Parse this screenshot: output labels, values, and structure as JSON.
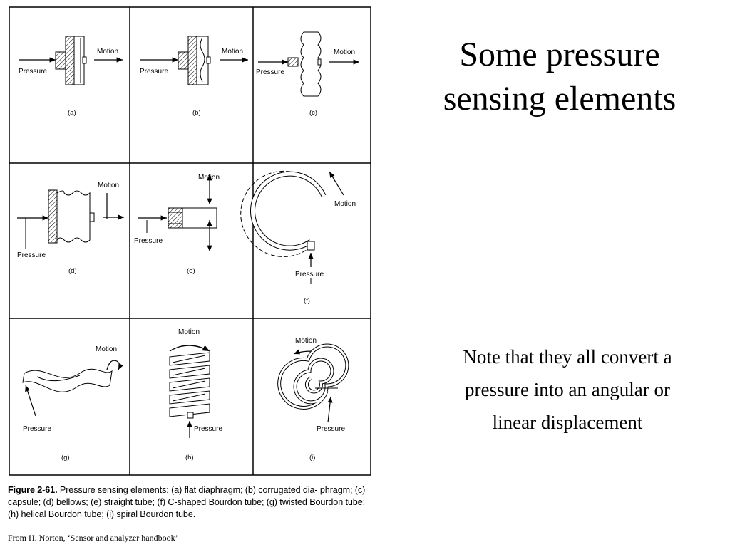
{
  "slide": {
    "title_line1": "Some pressure",
    "title_line2": "sensing elements",
    "note_line1": "Note that they all convert a",
    "note_line2": "pressure into an angular or",
    "note_line3": "linear displacement",
    "source": "From H. Norton, ‘Sensor and analyzer handbook’"
  },
  "figure": {
    "caption_label": "Figure 2-61.",
    "caption_text": "Pressure sensing elements: (a) flat diaphragm; (b) corrugated dia- phragm; (c) capsule; (d) bellows; (e) straight tube; (f) C-shaped Bourdon tube; (g) twisted Bourdon tube; (h) helical Bourdon tube; (i) spiral Bourdon tube.",
    "panels": [
      {
        "letter": "(a)",
        "pressure": "Pressure",
        "motion": "Motion"
      },
      {
        "letter": "(b)",
        "pressure": "Pressure",
        "motion": "Motion"
      },
      {
        "letter": "(c)",
        "pressure": "Pressure",
        "motion": "Motion"
      },
      {
        "letter": "(d)",
        "pressure": "Pressure",
        "motion": "Motion"
      },
      {
        "letter": "(e)",
        "pressure": "Pressure",
        "motion": "Motion"
      },
      {
        "letter": "(f)",
        "pressure": "Pressure",
        "motion": "Motion"
      },
      {
        "letter": "(g)",
        "pressure": "Pressure",
        "motion": "Motion"
      },
      {
        "letter": "(h)",
        "pressure": "Pressure",
        "motion": "Motion"
      },
      {
        "letter": "(i)",
        "pressure": "Pressure",
        "motion": "Motion"
      }
    ]
  }
}
